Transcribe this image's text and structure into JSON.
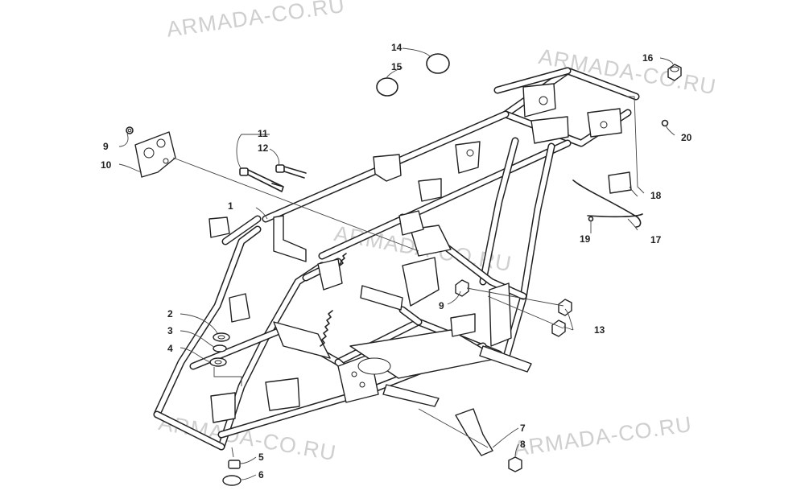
{
  "watermarks": [
    "ARMADA-CO.RU",
    "ARMADA-CO.RU",
    "ARMADA-CO.RU",
    "ARMADA-CO.RU",
    "ARMADA-CO.RU"
  ],
  "callouts": {
    "c1": "1",
    "c2": "2",
    "c3": "3",
    "c4": "4",
    "c5": "5",
    "c6": "6",
    "c7": "7",
    "c8": "8",
    "c9a": "9",
    "c9b": "9",
    "c10": "10",
    "c11": "11",
    "c12": "12",
    "c13": "13",
    "c14": "14",
    "c15": "15",
    "c16": "16",
    "c17": "17",
    "c18": "18",
    "c19": "19",
    "c20": "20"
  }
}
